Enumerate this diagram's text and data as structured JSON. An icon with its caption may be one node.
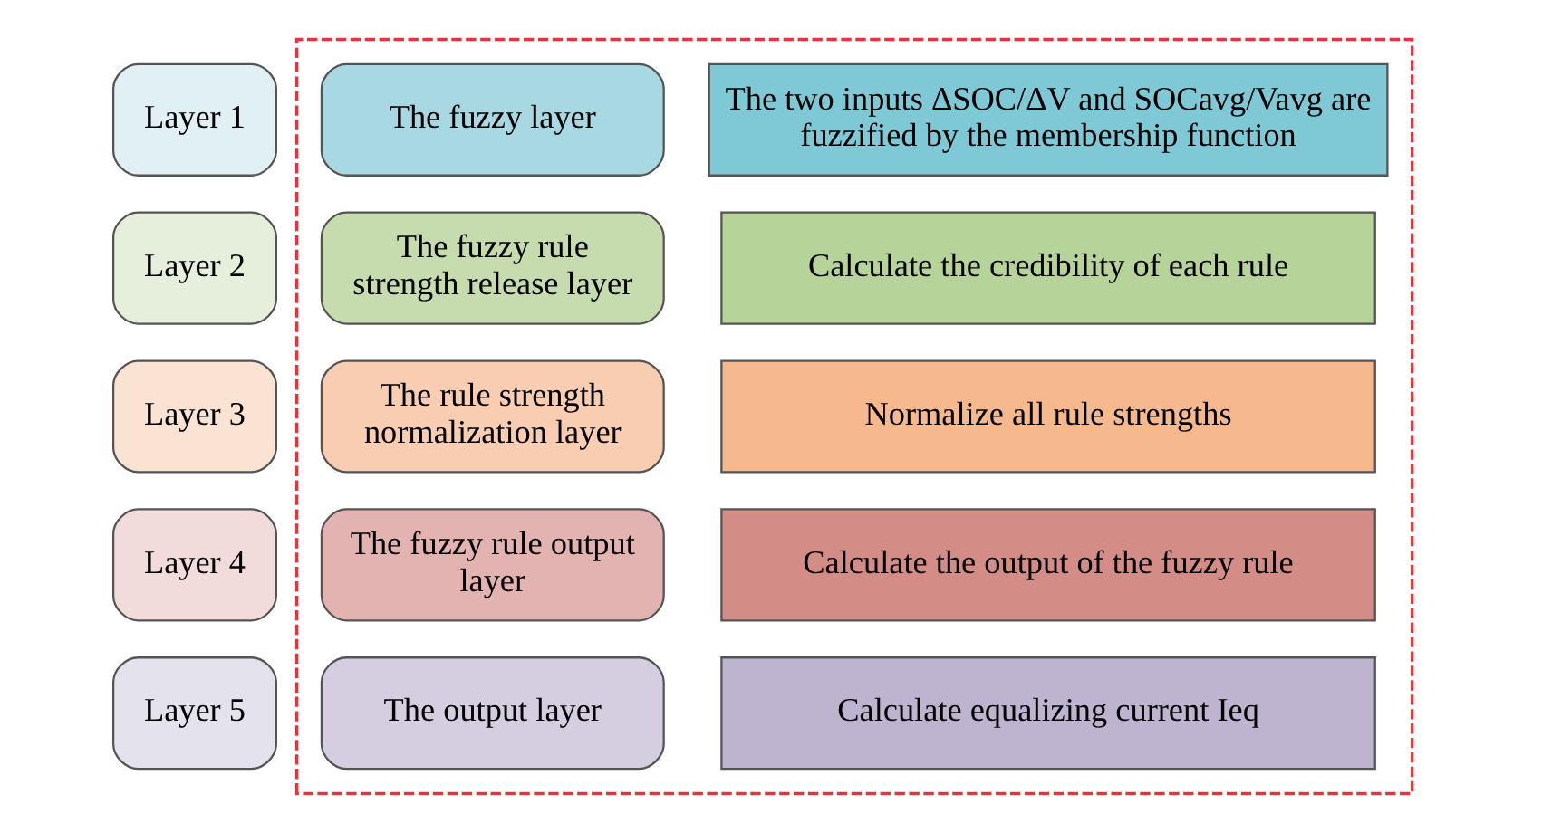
{
  "diagram": {
    "nodes": [
      {
        "text": [],
        "shape": "box"
      },
      {
        "text": [
          "Layer 1"
        ]
      },
      {
        "text": [
          "The fuzzy layer"
        ],
        "in": 0
      },
      {
        "text": [
          "The two inputs ΔSOC/ΔV and SOCavg/Vavg are fuzzified by the membership function"
        ],
        "in": 0
      },
      {
        "text": [
          "Layer 2"
        ]
      },
      {
        "text": [
          "The fuzzy rule strength release layer"
        ],
        "in": 0
      },
      {
        "text": [
          "Calculate the credibility of each rule"
        ],
        "in": 0
      },
      {
        "text": [
          "Layer 3"
        ]
      },
      {
        "text": [
          "The rule strength normalization layer"
        ],
        "in": 0
      },
      {
        "text": [
          "Normalize all rule strengths"
        ],
        "in": 0
      },
      {
        "text": [
          "Layer 4"
        ]
      },
      {
        "text": [
          "The fuzzy rule output layer"
        ],
        "in": 0
      },
      {
        "text": [
          "Calculate the output of the fuzzy rule"
        ],
        "in": 0
      },
      {
        "text": [
          "Layer 5"
        ]
      },
      {
        "text": [
          "The output layer"
        ],
        "in": 0
      },
      {
        "text": [
          "Calculate equalizing current Ieq"
        ],
        "in": 0
      }
    ],
    "edges": []
  }
}
